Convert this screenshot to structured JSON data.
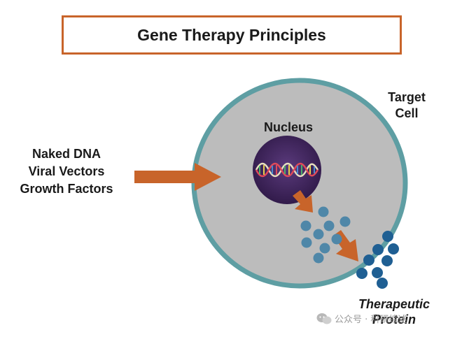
{
  "title": "Gene Therapy Principles",
  "inputs": [
    "Naked DNA",
    "Viral Vectors",
    "Growth Factors"
  ],
  "target_cell": [
    "Target",
    "Cell"
  ],
  "nucleus_label": "Nucleus",
  "protein_label": [
    "Therapeutic",
    "Protein"
  ],
  "watermark": "公众号 · 科研综述",
  "colors": {
    "frame": "#c8642a",
    "cell_fill": "#bcbcbc",
    "cell_border": "#5e9ea3",
    "nucleus": "#4b2a6b",
    "arrow": "#c8642a",
    "inner_dots": "#4f87a8",
    "outer_dots": "#1f5f93"
  }
}
